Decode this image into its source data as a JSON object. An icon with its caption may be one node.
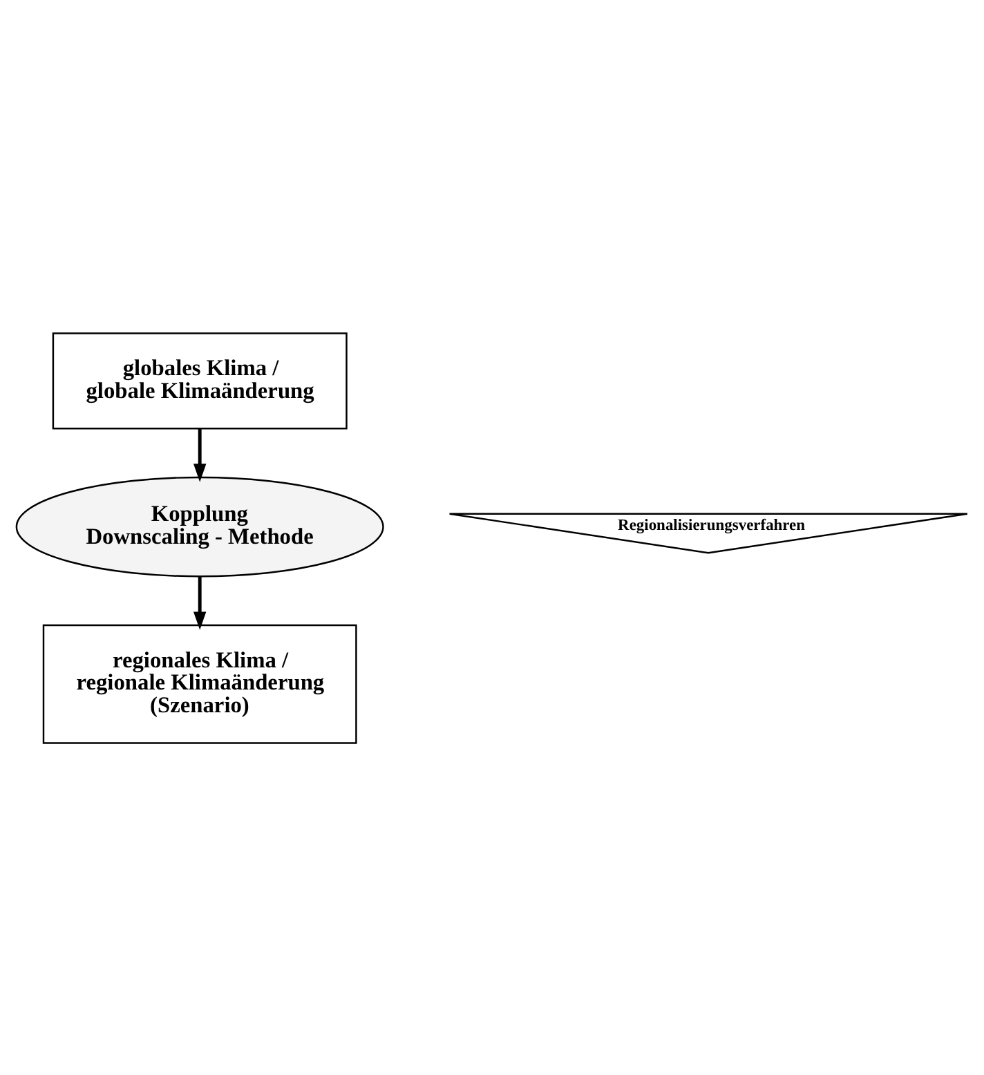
{
  "diagram": {
    "nodes": [
      {
        "text": [
          "globales Klima / globale Klimaänderung"
        ]
      },
      {
        "text": [
          "Kopplung Downscaling - Methode"
        ]
      },
      {
        "text": [
          "regionales Klima / regionale Klimaänderung (Szenario)"
        ]
      },
      {
        "text": [
          "Regionalisierungsverfahren"
        ]
      }
    ],
    "edges": [
      {
        "from": 0,
        "to": 1,
        "arrow": "to"
      },
      {
        "from": 1,
        "to": 2,
        "arrow": "to"
      }
    ]
  }
}
